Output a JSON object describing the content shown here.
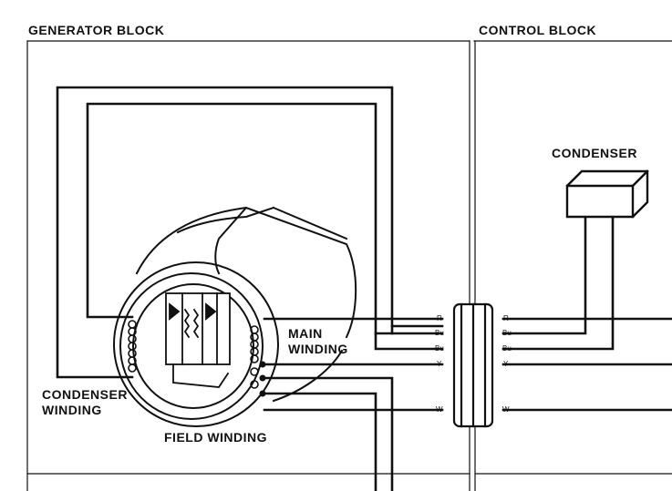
{
  "blocks": {
    "generator": "GENERATOR BLOCK",
    "control": "CONTROL BLOCK"
  },
  "labels": {
    "condenser": "CONDENSER",
    "main_winding": [
      "MAIN",
      "WINDING"
    ],
    "condenser_winding": [
      "CONDENSER",
      "WINDING"
    ],
    "field_winding": "FIELD WINDING"
  },
  "wires": {
    "left_connector": [
      "R",
      "Bu",
      "Bu",
      "Y",
      "W"
    ],
    "right_connector": [
      "R",
      "Bu",
      "Bu",
      "Y",
      "W"
    ]
  },
  "colors": {
    "ink": "#111111",
    "background": "#ffffff"
  }
}
